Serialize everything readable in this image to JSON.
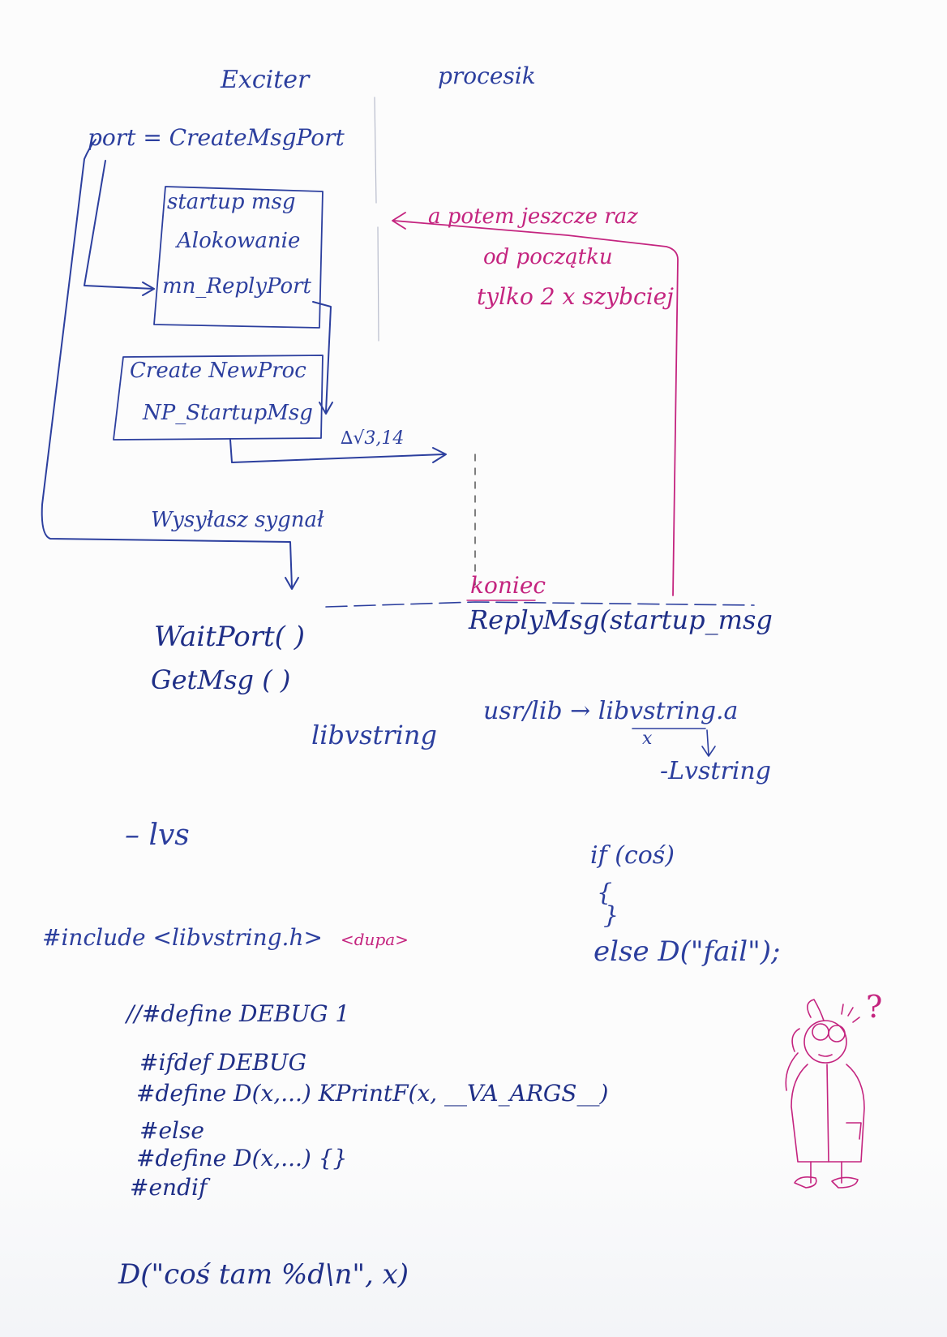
{
  "colors": {
    "ink_blue": "#2c3f9e",
    "ink_dark_blue": "#1f2f87",
    "ink_magenta": "#c4247f"
  },
  "columns": {
    "left_header": "Exciter",
    "right_header": "procesik"
  },
  "exciter": {
    "port_line": "port = CreateMsgPort",
    "startup_box": [
      "startup msg",
      "Alokowanie",
      "mn_ReplyPort"
    ],
    "newproc_box": [
      "Create NewProc",
      "NP_StartupMsg"
    ],
    "send_signal": "Wysyłasz sygnał",
    "wait_port": "WaitPort( )",
    "get_msg": "GetMsg ( )"
  },
  "procesik": {
    "arrow_label": "∆√3,14",
    "end_label": "koniec",
    "reply": "ReplyMsg(startup_msg"
  },
  "loop_note": [
    "a potem jeszcze raz",
    "od początku",
    "tylko 2 x szybciej"
  ],
  "library": {
    "name": "libvstring",
    "path_note": "usr/lib → libvstring.a",
    "x_mark": "x",
    "link_flag": "-Lvstring",
    "short_flag": "– lvs"
  },
  "conditional": {
    "if_line": "if (coś)",
    "open_brace": "{",
    "close_brace": "}",
    "else_line": "else D(\"fail\");"
  },
  "include_line": {
    "text": "#include <libvstring.h>",
    "aside": "<dupa>"
  },
  "debug_macro": [
    "//#define DEBUG 1",
    "#ifdef DEBUG",
    "#define D(x,...) KPrintF(x, __VA_ARGS__)",
    "#else",
    "#define D(x,...) {}",
    "#endif"
  ],
  "usage_line": "D(\"coś tam %d\\n\", x)",
  "doodle": {
    "question_mark": "?",
    "icon": "confused-scientist-icon"
  }
}
